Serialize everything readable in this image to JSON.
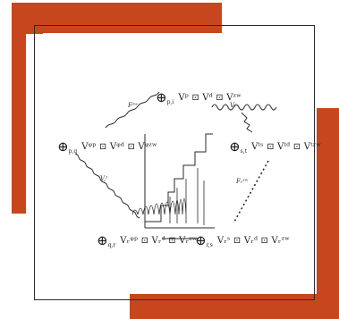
{
  "colors": {
    "accent": "#c8461d",
    "frame": "#2b2b2b",
    "ink": "#2a2a2a"
  },
  "diagram": {
    "nodes": {
      "top": {
        "sym": "⊕",
        "sub": "p,i",
        "text": "Vᵖ ⊡ Vᵈ ⊡ Vᶻʷ"
      },
      "left": {
        "sym": "⊕",
        "sub": "p,q",
        "text": "Vᵠᵖ ⊡ Vᵠᵈ ⊡ Vᵠᶻʷ"
      },
      "right": {
        "sym": "⊕",
        "sub": "s,t",
        "text": "Vᵗˢ ⊡ Vᵗᵈ ⊡ Vᵗᶻʷ"
      },
      "bottom_left": {
        "sym": "⊕",
        "sub": "q,r",
        "text": "Vᵣᵠᵖ ⊡ Vᵣᵈ ⊡ Vᵣᶻʷ"
      },
      "bottom_right": {
        "sym": "⊕",
        "sub": "r,s",
        "text": "Vᵣˢ ⊡ Vᵣᵈ ⊡ Vᵣᶻʷ"
      }
    },
    "edge_labels": {
      "top_left": "Fᶻʷ",
      "right": "Fᵣᶻʷ",
      "left_small": "V,ᶻ",
      "top_right_small": "Vᵣ"
    }
  }
}
